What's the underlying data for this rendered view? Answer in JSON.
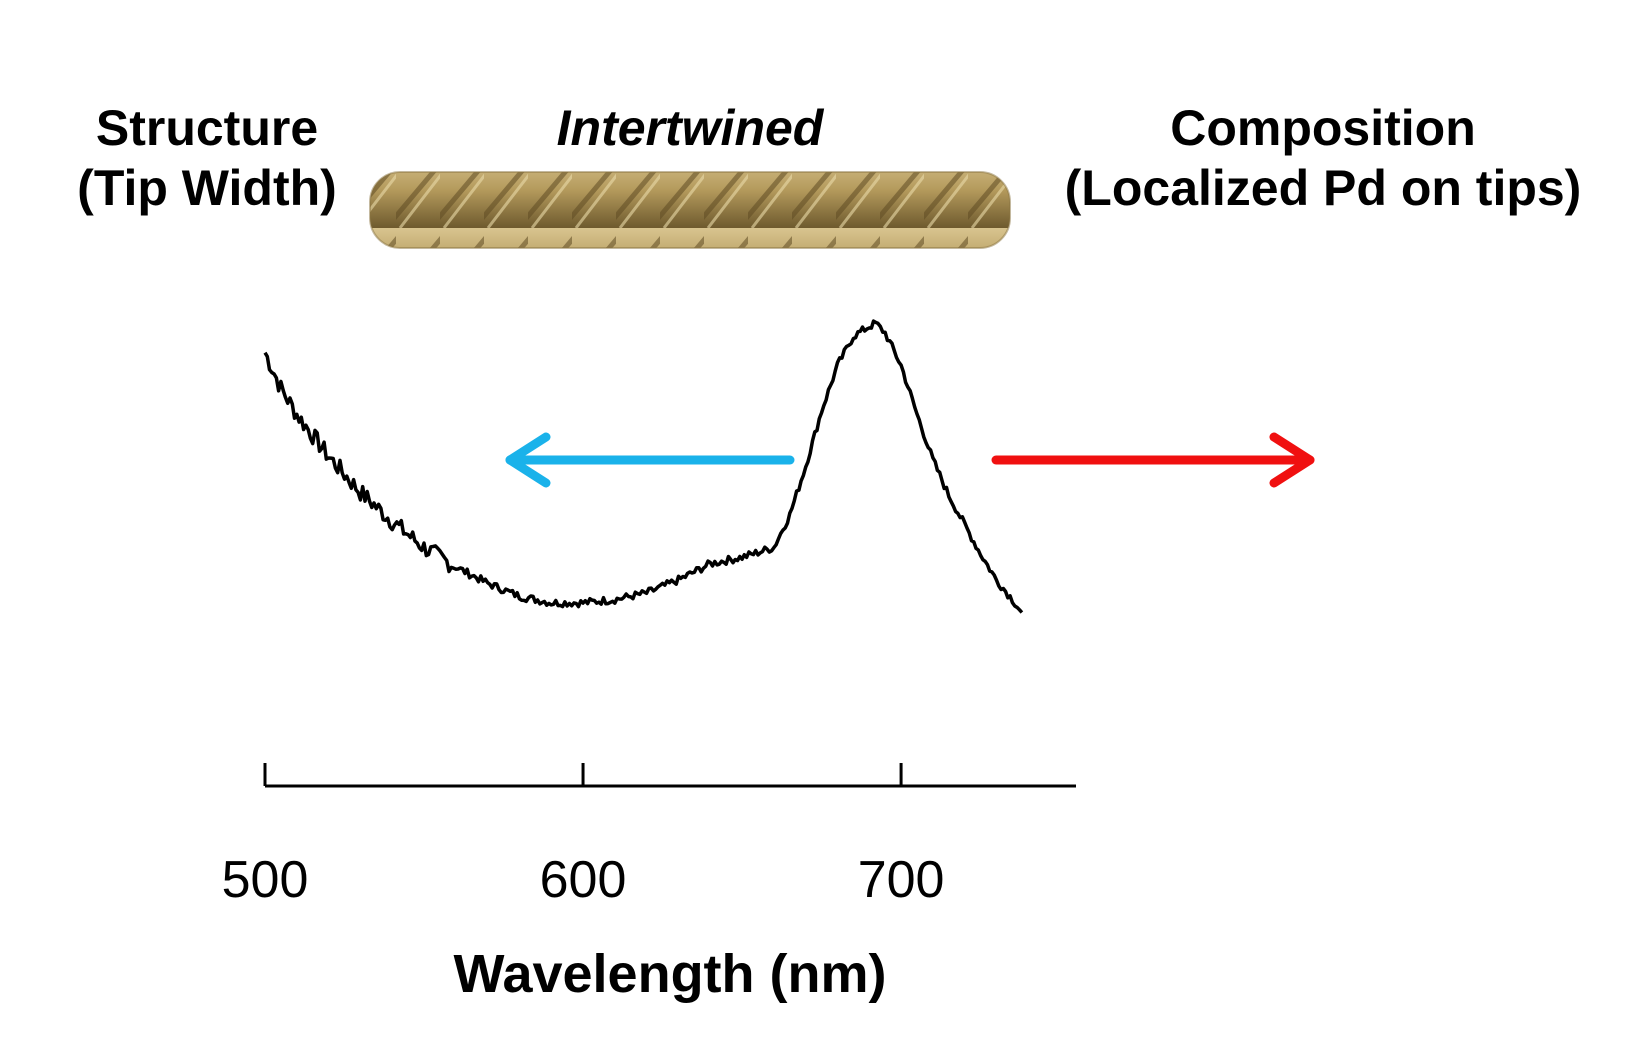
{
  "labels": {
    "left_line1": "Structure",
    "left_line2": "(Tip Width)",
    "center": "Intertwined",
    "right_line1": "Composition",
    "right_line2": "(Localized Pd on tips)"
  },
  "icons": {
    "rope": "rope-image",
    "blue_arrow": "arrow-left-icon",
    "red_arrow": "arrow-right-icon"
  },
  "colors": {
    "blue_arrow": "#1ab2ea",
    "red_arrow": "#f01010",
    "rope": "#b49a5c"
  },
  "chart_data": {
    "type": "line",
    "xlabel": "Wavelength (nm)",
    "ylabel": "",
    "xticks": [
      "500",
      "600",
      "700"
    ],
    "xlim": [
      500,
      750
    ],
    "grid": false,
    "series": [
      {
        "x": [
          500,
          505,
          510,
          520,
          530,
          540,
          550,
          560,
          570,
          580,
          590,
          600,
          610,
          620,
          630,
          640,
          650,
          660,
          665,
          670,
          675,
          680,
          685,
          690,
          692,
          695,
          700,
          705,
          710,
          715,
          720,
          725,
          730,
          735,
          738
        ],
        "y": [
          0.9,
          0.79,
          0.71,
          0.58,
          0.47,
          0.38,
          0.3,
          0.24,
          0.19,
          0.15,
          0.13,
          0.13,
          0.14,
          0.16,
          0.2,
          0.25,
          0.27,
          0.3,
          0.4,
          0.55,
          0.72,
          0.86,
          0.95,
          0.98,
          0.99,
          0.96,
          0.86,
          0.71,
          0.57,
          0.46,
          0.37,
          0.28,
          0.2,
          0.14,
          0.1
        ]
      }
    ]
  }
}
